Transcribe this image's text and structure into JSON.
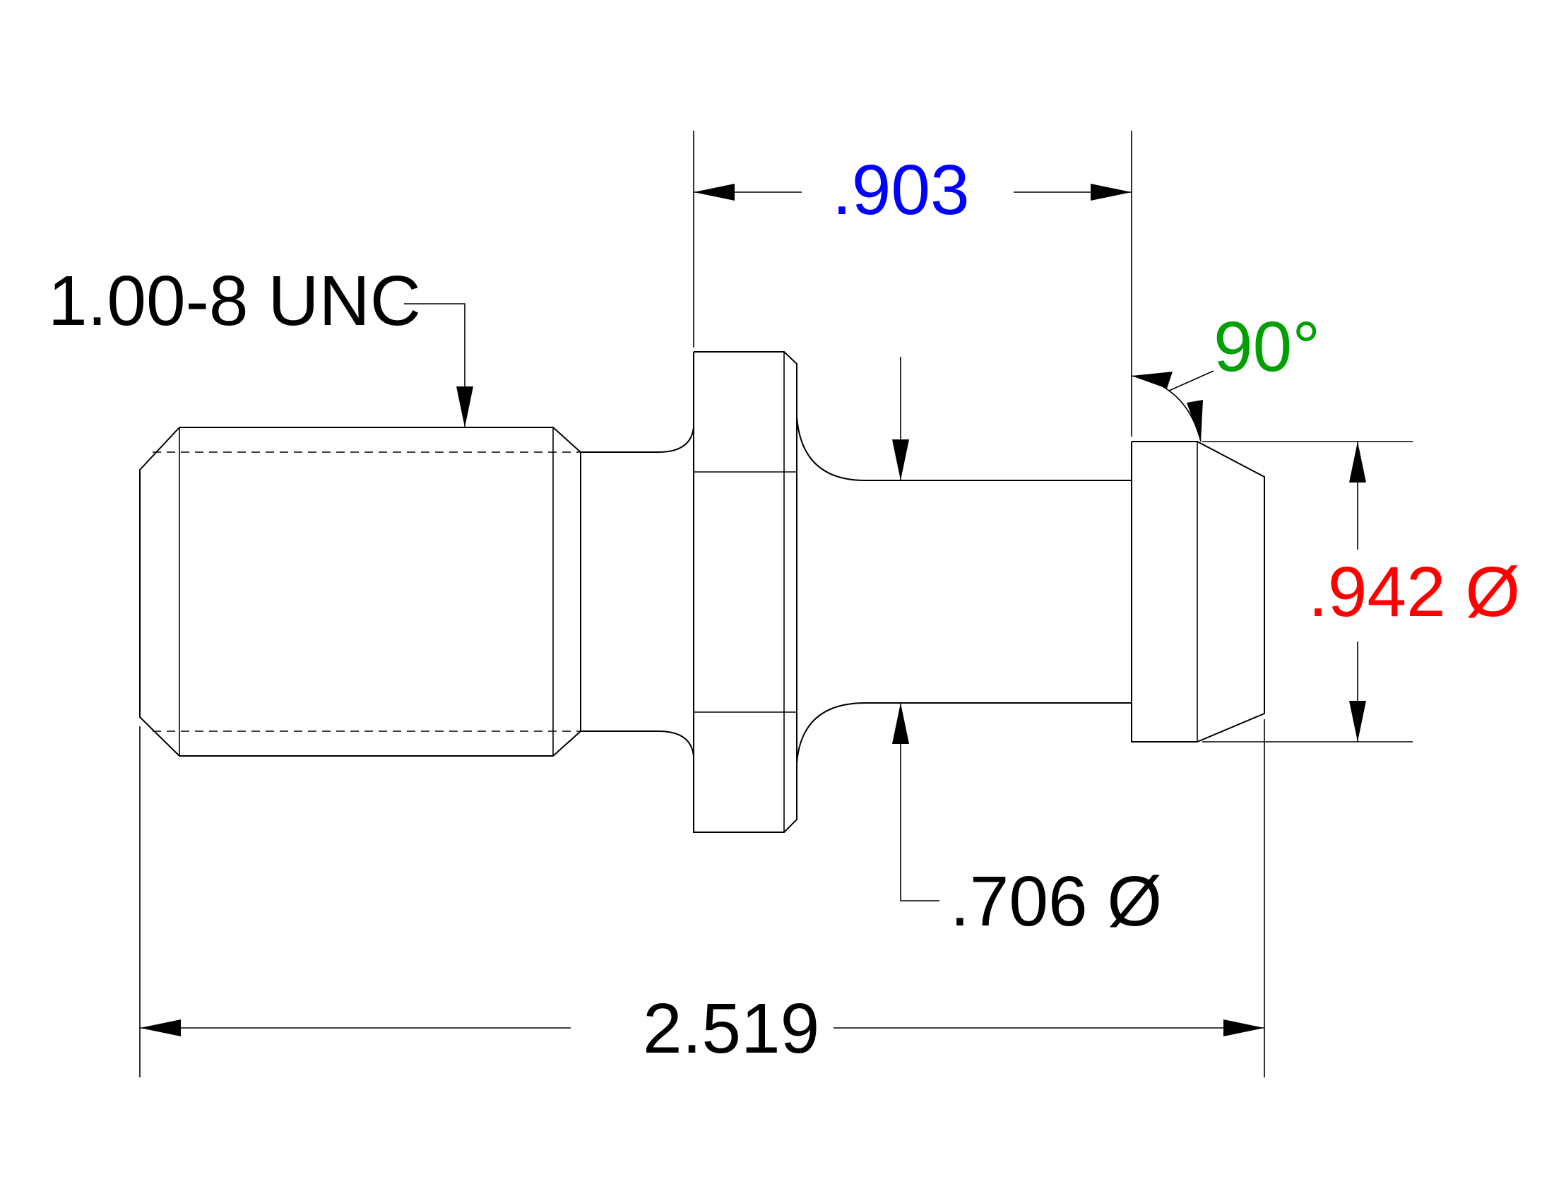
{
  "labels": {
    "thread": "1.00-8 UNC",
    "flange_to_head": ".903",
    "overall_length": "2.519",
    "angle": "90°",
    "head_diameter": ".942 Ø",
    "neck_diameter": ".706 Ø"
  },
  "colors": {
    "line": "#000000",
    "flange_to_head": "#0000ff",
    "angle": "#00a000",
    "head_diameter": "#ff0000",
    "default_text": "#000000"
  }
}
